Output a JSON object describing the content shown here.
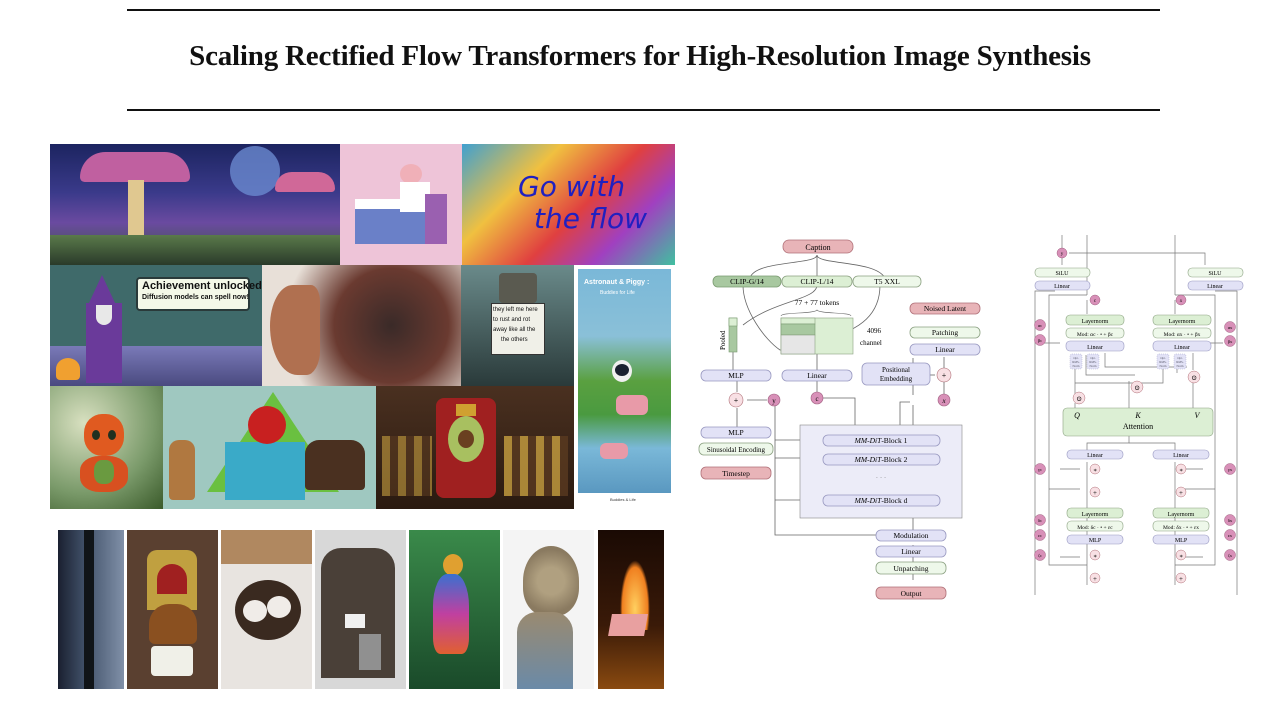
{
  "paper": {
    "title": "Scaling Rectified Flow Transformers for High-Resolution Image Synthesis"
  },
  "gallery": {
    "tiles": [
      {
        "name": "mushroom-forest",
        "desc": "Giant glowing mushrooms under a planet-filled sky",
        "colors": [
          "#2a2f6a",
          "#7a4fb0",
          "#d06aa8"
        ]
      },
      {
        "name": "pig-doctor",
        "desc": "Pixel-art pig in sunglasses at a desk with laptop",
        "colors": [
          "#eec4d8",
          "#6a7fc8",
          "#ffffff"
        ]
      },
      {
        "name": "go-with-the-flow",
        "desc": "Swirling rainbow paint with handwritten text",
        "text_lines": [
          "Go with",
          "the flow"
        ],
        "colors": [
          "#f0a030",
          "#3aa0d0",
          "#e04040"
        ]
      },
      {
        "name": "wizard-achievement",
        "desc": "Pixel-art wizard with speech bubble",
        "bubble_title": "Achievement unlocked:",
        "bubble_sub": "Diffusion models can spell now!",
        "colors": [
          "#3f6a6a",
          "#6a3a9a",
          "#f0a030"
        ]
      },
      {
        "name": "pixel-face",
        "desc": "Face dissolving into colorful squares",
        "colors": [
          "#e8e0d8",
          "#2a2020",
          "#c06040"
        ]
      },
      {
        "name": "rusty-robot",
        "desc": "Robot holding a sign",
        "sign_lines": [
          "they left me here",
          "to rust and rot",
          "away like all the",
          "the others"
        ],
        "colors": [
          "#5a7a7a",
          "#2a3a3a",
          "#f0f0e8"
        ]
      },
      {
        "name": "astronaut-piggy-poster",
        "desc": "Low-poly astronaut riding a pig in a river",
        "poster_title": "Astronaut & Piggy :",
        "poster_sub": "Buddies for Life",
        "poster_footer": "Buddies & Life",
        "colors": [
          "#7ab8d8",
          "#5aa040",
          "#e89aa8"
        ]
      },
      {
        "name": "pepper-dragon",
        "desc": "Cute orange pepper dragon",
        "colors": [
          "#a0b890",
          "#e05a20",
          "#4a7a3a"
        ]
      },
      {
        "name": "cat-dog-cube",
        "desc": "Cat and dog beside a blue cube with red ball",
        "colors": [
          "#9fc8c0",
          "#6ac040",
          "#3aaac8"
        ]
      },
      {
        "name": "avocado-king",
        "desc": "Avocado king on a throne with court",
        "colors": [
          "#4a3020",
          "#a02020",
          "#c8a040"
        ]
      }
    ],
    "strip": [
      {
        "name": "space-tower",
        "colors": [
          "#1a2030",
          "#8090a8",
          "#e0e0e8"
        ]
      },
      {
        "name": "burger-throne",
        "colors": [
          "#5a4030",
          "#c0a040",
          "#a02020"
        ]
      },
      {
        "name": "pups-in-wall",
        "colors": [
          "#e8e4e0",
          "#6a5040",
          "#c0b8b0"
        ]
      },
      {
        "name": "office-cabinet",
        "colors": [
          "#d8d8d8",
          "#4a4038",
          "#808078"
        ]
      },
      {
        "name": "rainbow-bird",
        "colors": [
          "#2a6a3a",
          "#c040a0",
          "#e0a030"
        ]
      },
      {
        "name": "coral-head",
        "colors": [
          "#f0f0f0",
          "#9a8a70",
          "#6a8aa8"
        ]
      },
      {
        "name": "flaming-origami-pig",
        "colors": [
          "#201008",
          "#f0a030",
          "#e8a0a0"
        ]
      }
    ]
  },
  "diagram_a": {
    "caption": "Caption",
    "encoders": [
      "CLIP-G/14",
      "CLIP-L/14",
      "T5 XXL"
    ],
    "tokens_label": "77 + 77 tokens",
    "channel_label_1": "4096",
    "channel_label_2": "channel",
    "pooled_label": "Pooled",
    "mlp_label": "MLP",
    "linear_label": "Linear",
    "noised_latent": "Noised Latent",
    "patching": "Patching",
    "linear2": "Linear",
    "pos_emb_1": "Positional",
    "pos_emb_2": "Embedding",
    "plus": "+",
    "y": "y",
    "c": "c",
    "x": "x",
    "mlp2": "MLP",
    "sinusoidal": "Sinusoidal Encoding",
    "timestep": "Timestep",
    "block_prefix": "MM-DiT",
    "blocks": [
      "-Block 1",
      "-Block 2",
      "-Block d"
    ],
    "dots": "· · ·",
    "modulation": "Modulation",
    "linear3": "Linear",
    "unpatching": "Unpatching",
    "output": "Output"
  },
  "diagram_b": {
    "y": "y",
    "c": "c",
    "x": "x",
    "silu": "SiLU",
    "linear": "Linear",
    "layernorm": "Layernorm",
    "mod_c1": "Mod: αc · • + βc",
    "mod_x1": "Mod: αx · • + βx",
    "rms": [
      "Opt.",
      "RMS-",
      "Norm"
    ],
    "q": "Q",
    "k": "K",
    "v": "V",
    "attention": "Attention",
    "mod_c2": "Mod: δc · • + εc",
    "mod_x2": "Mod: δx · • + εx",
    "mlp": "MLP",
    "side_c": [
      "αc",
      "βc",
      "γc",
      "δc",
      "εc",
      "ζc"
    ],
    "side_x": [
      "αx",
      "βx",
      "γx",
      "δx",
      "εx",
      "ζx"
    ],
    "odot": "⊙",
    "times": "∗",
    "plus": "+"
  },
  "colors": {
    "red_box": "#e8b4b8",
    "red_stroke": "#b07078",
    "green_dark": "#a8c8a0",
    "green_light": "#dcefd4",
    "green_pale": "#eef8ea",
    "lavender": "#e2e2f6",
    "lavender_stroke": "#9898c0",
    "circle_pink": "#f8e0e4",
    "circle_magenta": "#d890b8",
    "block_bg": "#ececf8"
  }
}
